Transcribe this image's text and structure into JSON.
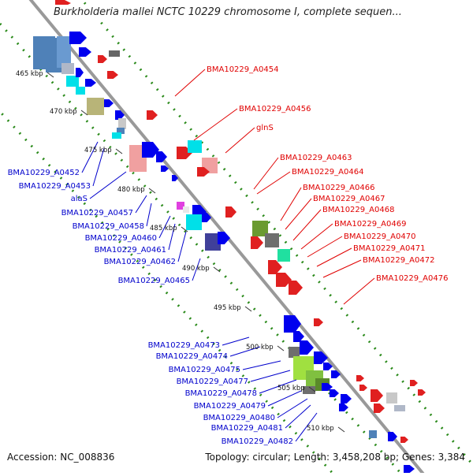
{
  "title": "Burkholderia mallei NCTC 10229 chromosome I, complete sequen...",
  "accession": "Accession: NC_008836",
  "topology": "Topology: circular; Length: 3,458,208 bp; Genes: 3,384",
  "colors": {
    "forward_label": "#e00000",
    "reverse_label": "#0000cc",
    "backbone": "#999999",
    "gc_dots": "#2a8a1a"
  },
  "ticks": [
    {
      "label": "465 kbp"
    },
    {
      "label": "470 kbp"
    },
    {
      "label": "475 kbp"
    },
    {
      "label": "480 kbp"
    },
    {
      "label": "485 kbp"
    },
    {
      "label": "490 kbp"
    },
    {
      "label": "495 kbp"
    },
    {
      "label": "500 kbp"
    },
    {
      "label": "505 kbp"
    },
    {
      "label": "510 kbp"
    }
  ],
  "forward_genes": [
    {
      "label": "BMA10229_A0454"
    },
    {
      "label": "BMA10229_A0456"
    },
    {
      "label": "glnS"
    },
    {
      "label": "BMA10229_A0463"
    },
    {
      "label": "BMA10229_A0464"
    },
    {
      "label": "BMA10229_A0466"
    },
    {
      "label": "BMA10229_A0467"
    },
    {
      "label": "BMA10229_A0468"
    },
    {
      "label": "BMA10229_A0469"
    },
    {
      "label": "BMA10229_A0470"
    },
    {
      "label": "BMA10229_A0471"
    },
    {
      "label": "BMA10229_A0472"
    },
    {
      "label": "BMA10229_A0476"
    }
  ],
  "reverse_genes": [
    {
      "label": "BMA10229_A0452"
    },
    {
      "label": "BMA10229_A0453"
    },
    {
      "label": "alaS"
    },
    {
      "label": "BMA10229_A0457"
    },
    {
      "label": "BMA10229_A0458"
    },
    {
      "label": "BMA10229_A0460"
    },
    {
      "label": "BMA10229_A0461"
    },
    {
      "label": "BMA10229_A0462"
    },
    {
      "label": "BMA10229_A0465"
    },
    {
      "label": "BMA10229_A0473"
    },
    {
      "label": "BMA10229_A0474"
    },
    {
      "label": "BMA10229_A0475"
    },
    {
      "label": "BMA10229_A0477"
    },
    {
      "label": "BMA10229_A0478"
    },
    {
      "label": "BMA10229_A0479"
    },
    {
      "label": "BMA10229_A0480"
    },
    {
      "label": "BMA10229_A0481"
    },
    {
      "label": "BMA10229_A0482"
    }
  ]
}
